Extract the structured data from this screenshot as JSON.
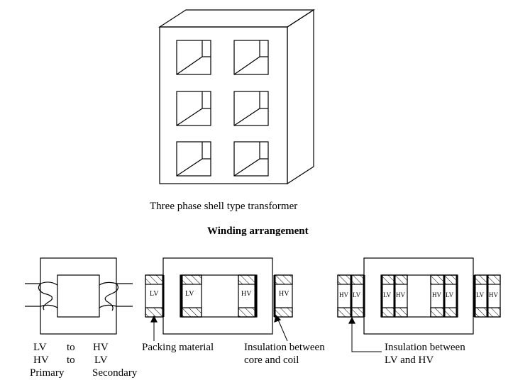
{
  "caption_shell": "Three phase shell type transformer",
  "heading_winding": "Winding arrangement",
  "fig1": {
    "row1": [
      "LV",
      "to",
      "HV"
    ],
    "row2": [
      "HV",
      "to",
      "LV"
    ],
    "row3": [
      "Primary",
      "Secondary"
    ]
  },
  "fig2": {
    "label_lv_outer": "LV",
    "label_lv_inner": "LV",
    "label_hv_inner": "HV",
    "label_hv_outer": "HV",
    "packing": "Packing material",
    "insulation_line1": "Insulation between",
    "insulation_line2": "core and coil"
  },
  "fig3": {
    "hv": "HV",
    "lv": "LV",
    "insulation_line1": "Insulation  between",
    "insulation_line2": "LV and HV"
  }
}
